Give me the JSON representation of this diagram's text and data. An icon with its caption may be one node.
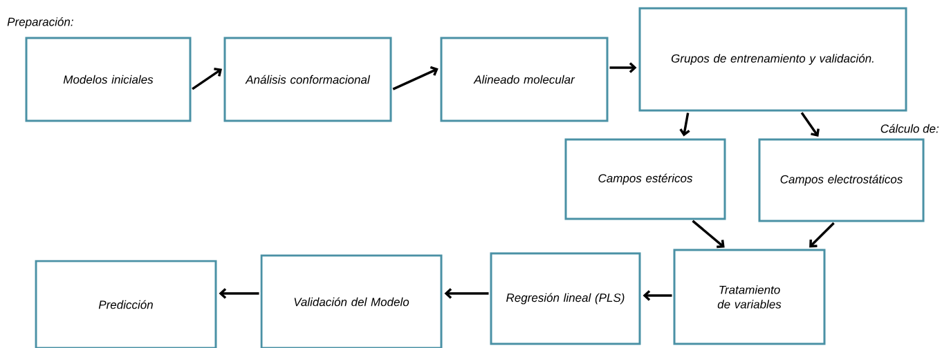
{
  "diagram": {
    "nodes": [
      {
        "text": [
          "Modelos iniciales"
        ]
      },
      {
        "text": [
          "Análisis conformacional"
        ]
      },
      {
        "text": [
          "Alineado molecular"
        ]
      },
      {
        "text": [
          "Grupos de entrenamiento y validación."
        ]
      },
      {
        "text": [
          "Campos estéricos"
        ]
      },
      {
        "text": [
          "Campos electrostáticos"
        ]
      },
      {
        "text": [
          "Tratamiento de variables"
        ]
      },
      {
        "text": [
          "Regresión lineal (PLS)"
        ]
      },
      {
        "text": [
          "Validación del Modelo"
        ]
      },
      {
        "text": [
          "Predicción"
        ]
      }
    ],
    "edges": [
      {
        "from": 0,
        "to": 1,
        "arrow": "to"
      },
      {
        "from": 1,
        "to": 2,
        "arrow": "to"
      },
      {
        "from": 2,
        "to": 3,
        "arrow": "to"
      },
      {
        "from": 3,
        "to": 4,
        "arrow": "to"
      },
      {
        "from": 3,
        "to": 5,
        "arrow": "to"
      },
      {
        "from": 4,
        "to": 6,
        "arrow": "to"
      },
      {
        "from": 5,
        "to": 6,
        "arrow": "to"
      },
      {
        "from": 6,
        "to": 7,
        "arrow": "to"
      },
      {
        "from": 7,
        "to": 8,
        "arrow": "to"
      },
      {
        "from": 8,
        "to": 9,
        "arrow": "to"
      }
    ],
    "labels": [
      "Preparación:",
      "Cálculo de:"
    ]
  }
}
